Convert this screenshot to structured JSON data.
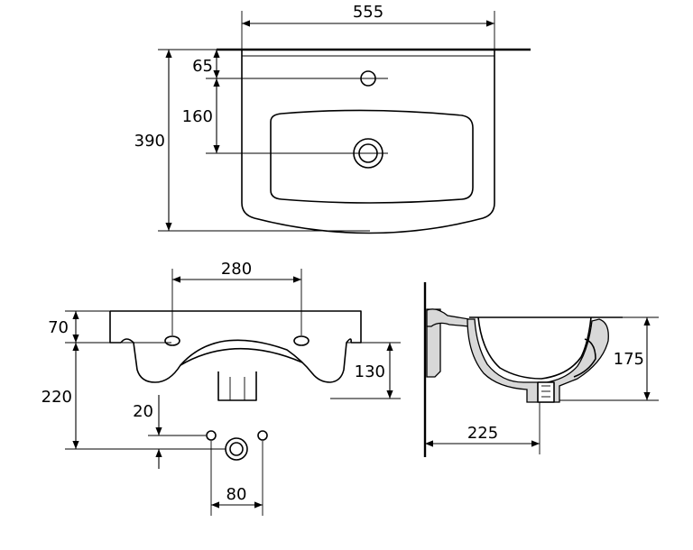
{
  "dimensions": {
    "top_width": "555",
    "top_tap_offset": "65",
    "top_drain_offset": "160",
    "top_depth": "390",
    "front_hole_spacing": "280",
    "front_rim_height": "70",
    "front_bowl_height": "130",
    "front_total_drop": "220",
    "waste_offset": "20",
    "waste_spacing": "80",
    "side_depth": "175",
    "side_drain_distance": "225"
  },
  "colors": {
    "line": "#000000",
    "background": "#ffffff",
    "hatch": "#d8d8d8"
  }
}
